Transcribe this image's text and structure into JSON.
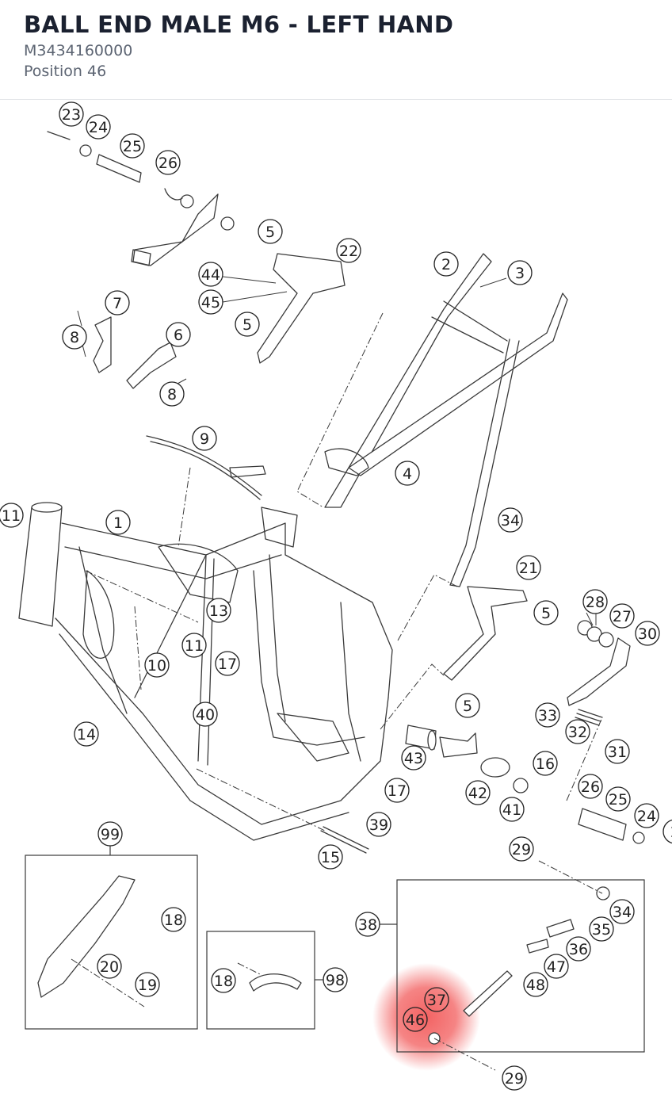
{
  "header": {
    "title": "BALL END MALE M6 - LEFT HAND",
    "part_number": "M3434160000",
    "position": "Position 46"
  },
  "diagram": {
    "highlight_color": "#f25b5b",
    "callouts": [
      "23",
      "24",
      "25",
      "26",
      "5",
      "22",
      "44",
      "45",
      "7",
      "8",
      "6",
      "8",
      "2",
      "3",
      "5",
      "9",
      "4",
      "34",
      "1",
      "11",
      "13",
      "11",
      "10",
      "17",
      "40",
      "14",
      "21",
      "5",
      "28",
      "27",
      "30",
      "5",
      "33",
      "32",
      "31",
      "43",
      "16",
      "42",
      "41",
      "17",
      "39",
      "15",
      "26",
      "25",
      "24",
      "2",
      "29",
      "99",
      "38",
      "34",
      "35",
      "36",
      "47",
      "48",
      "37",
      "46",
      "29",
      "18",
      "20",
      "19",
      "18",
      "98"
    ],
    "selected_callout": "46"
  }
}
